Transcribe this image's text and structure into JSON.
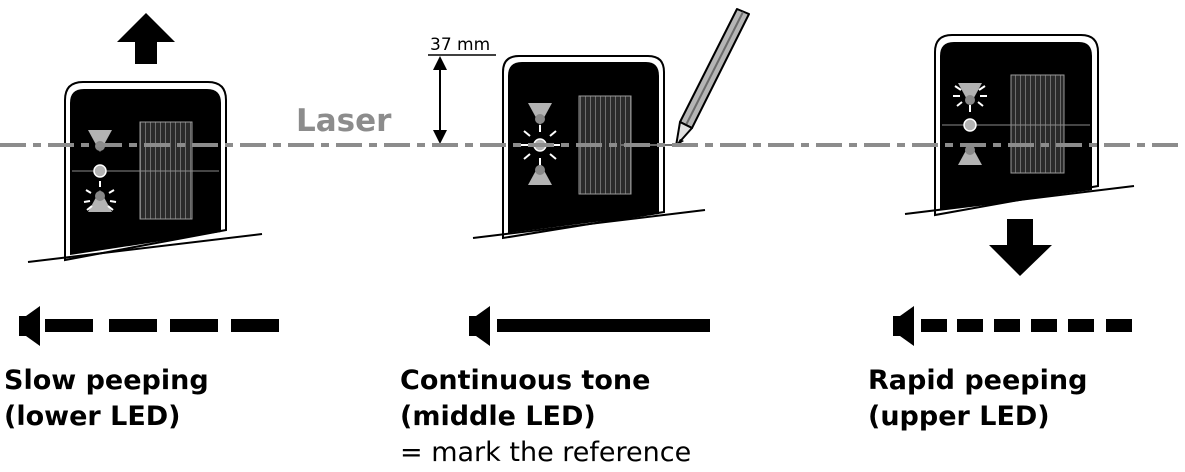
{
  "laser_label": "Laser",
  "dimension_label": "37 mm",
  "colors": {
    "laser": "#8c8c8c",
    "device_body": "#000000",
    "led_cone": "#b3b3b3",
    "background": "#ffffff"
  },
  "panels": [
    {
      "id": "left",
      "caption_line1": "Slow peeping",
      "caption_line2": "(lower LED)",
      "caption_line3": "",
      "arrow": "up-arrow",
      "sound": "slow-dashed-signal"
    },
    {
      "id": "middle",
      "caption_line1": "Continuous tone",
      "caption_line2": "(middle LED)",
      "caption_line3": "= mark the reference",
      "arrow": "",
      "sound": "continuous-signal"
    },
    {
      "id": "right",
      "caption_line1": "Rapid peeping",
      "caption_line2": "(upper LED)",
      "caption_line3": "",
      "arrow": "down-arrow",
      "sound": "rapid-dashed-signal"
    }
  ],
  "icons": [
    "up-arrow-icon",
    "down-arrow-icon",
    "pencil-icon",
    "speaker-icon",
    "led-cone-icon"
  ]
}
